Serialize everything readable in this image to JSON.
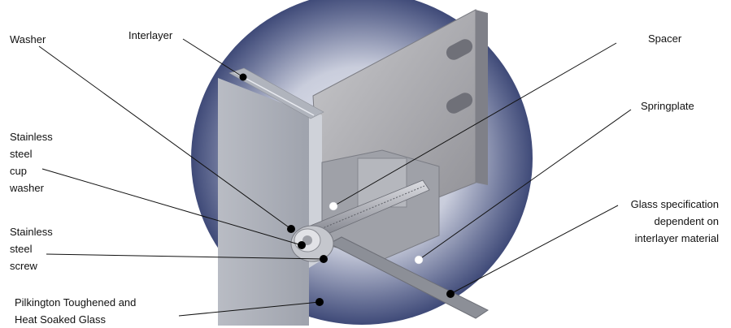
{
  "labels": {
    "washer": "Washer",
    "interlayer": "Interlayer",
    "spacer": "Spacer",
    "springplate": "Springplate",
    "cup_washer": [
      "Stainless",
      "steel",
      "cup",
      "washer"
    ],
    "screw": [
      "Stainless",
      "steel",
      "screw"
    ],
    "glass_spec": [
      "Glass specification",
      "dependent on",
      "interlayer material"
    ],
    "pilkington": [
      "Pilkington Toughened and",
      "Heat Soaked Glass"
    ]
  },
  "colors": {
    "vignette": "#3f4a78",
    "glass_face": "#a9adb7",
    "metal": "#8d8f98",
    "leader_line": "#111111",
    "marker_dark": "#000000",
    "marker_light": "#ffffff"
  }
}
